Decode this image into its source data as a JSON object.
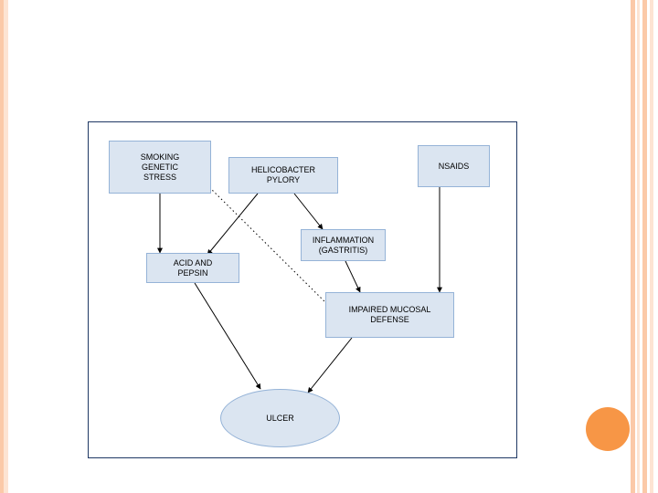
{
  "slide": {
    "background": "#ffffff",
    "accent_color": "#f79646",
    "frame_border_color": "#1f3864",
    "node_fill": "#dbe5f1",
    "node_border": "#95b3d7"
  },
  "diagram": {
    "type": "flowchart",
    "nodes": [
      {
        "id": "smoking",
        "label": "SMOKING\nGENETIC\nSTRESS",
        "shape": "rect"
      },
      {
        "id": "hpylori",
        "label": "HELICOBACTER\nPYLORY",
        "shape": "rect"
      },
      {
        "id": "nsaids",
        "label": "NSAIDS",
        "shape": "rect"
      },
      {
        "id": "inflammation",
        "label": "INFLAMMATION\n(GASTRITIS)",
        "shape": "rect"
      },
      {
        "id": "acid",
        "label": "ACID AND\nPEPSIN",
        "shape": "rect"
      },
      {
        "id": "mucosal",
        "label": "IMPAIRED MUCOSAL\nDEFENSE",
        "shape": "rect"
      },
      {
        "id": "ulcer",
        "label": "ULCER",
        "shape": "ellipse"
      }
    ],
    "edges": [
      {
        "from": "smoking",
        "to": "acid",
        "style": "solid"
      },
      {
        "from": "smoking",
        "to": "mucosal",
        "style": "dotted"
      },
      {
        "from": "hpylori",
        "to": "acid",
        "style": "solid"
      },
      {
        "from": "hpylori",
        "to": "inflammation",
        "style": "solid"
      },
      {
        "from": "inflammation",
        "to": "mucosal",
        "style": "solid"
      },
      {
        "from": "nsaids",
        "to": "mucosal",
        "style": "solid"
      },
      {
        "from": "acid",
        "to": "ulcer",
        "style": "solid"
      },
      {
        "from": "mucosal",
        "to": "ulcer",
        "style": "solid"
      }
    ]
  }
}
